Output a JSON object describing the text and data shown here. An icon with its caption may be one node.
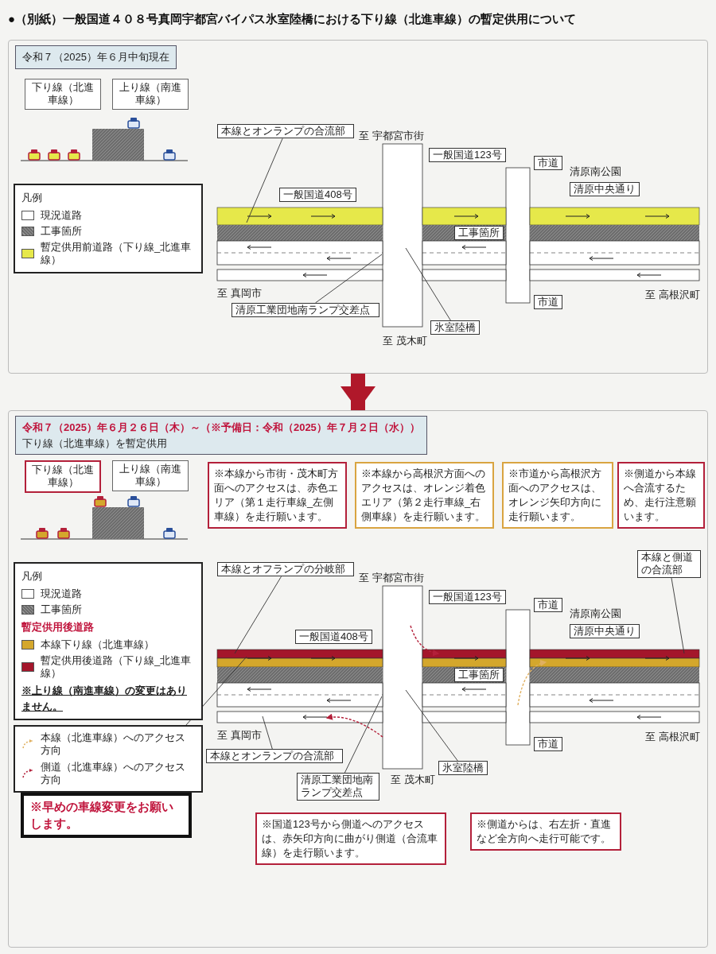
{
  "diagram": {
    "title": "●（別紙）一般国道４０８号真岡宇都宮バイパス氷室陸橋における下り線（北進車線）の暫定供用について",
    "nodes": [
      {
        "text": [
          "令和７（2025）年６月中旬現在"
        ]
      },
      {
        "text": [
          "下り線（北進車線）"
        ],
        "in": 0
      },
      {
        "text": [
          "上り線（南進車線）"
        ],
        "in": 0
      },
      {
        "text": [
          "本線とオンランプの合流部"
        ],
        "in": 0
      },
      {
        "text": [
          "一般国道408号"
        ],
        "in": 0
      },
      {
        "text": [
          "清原工業団地南ランプ交差点"
        ],
        "in": 0
      },
      {
        "text": [
          "一般国道123号"
        ],
        "in": 0
      },
      {
        "text": [
          "氷室陸橋"
        ],
        "in": 0
      },
      {
        "text": [
          "工事箇所"
        ],
        "in": 0
      },
      {
        "text": [
          "市道"
        ],
        "in": 0
      },
      {
        "text": [
          "清原中央通り"
        ],
        "in": 0
      },
      {
        "text": [
          "市道"
        ],
        "in": 0
      },
      {
        "text": [
          "令和７（2025）年６月２６日（木）～（※予備日：令和（2025）年７月２日（水））",
          "下り線（北進車線）を暫定供用"
        ]
      },
      {
        "text": [
          "下り線（北進車線）"
        ],
        "in": 12
      },
      {
        "text": [
          "上り線（南進車線）"
        ],
        "in": 12
      },
      {
        "text": [
          "※早めの車線変更をお願いします。"
        ],
        "in": 12
      },
      {
        "text": [
          "本線とオフランプの分岐部"
        ],
        "in": 12
      },
      {
        "text": [
          "※本線から市街・茂木町方面へのアクセスは、赤色エリア（第１走行車線_左側車線）を走行願います。"
        ],
        "in": 12
      },
      {
        "text": [
          "※本線から高根沢方面へのアクセスは、オレンジ着色エリア（第２走行車線_右側車線）を走行願います。"
        ],
        "in": 12
      },
      {
        "text": [
          "本線とオンランプの合流部"
        ],
        "in": 12
      },
      {
        "text": [
          "清原工業団地南ランプ交差点"
        ],
        "in": 12
      },
      {
        "text": [
          "一般国道408号"
        ],
        "in": 12
      },
      {
        "text": [
          "一般国道123号"
        ],
        "in": 12
      },
      {
        "text": [
          "※国道123号から側道へのアクセスは、赤矢印方向に曲がり側道（合流車線）を走行願います。"
        ],
        "in": 12
      },
      {
        "text": [
          "氷室陸橋"
        ],
        "in": 12
      },
      {
        "text": [
          "工事箇所"
        ],
        "in": 12
      },
      {
        "text": [
          "※側道からは、右左折・直進など全方向へ走行可能です。"
        ],
        "in": 12
      },
      {
        "text": [
          "市道"
        ],
        "in": 12
      },
      {
        "text": [
          "※市道から高根沢方面へのアクセスは、オレンジ矢印方向に走行願います。"
        ],
        "in": 12
      },
      {
        "text": [
          "清原中央通り"
        ],
        "in": 12
      },
      {
        "text": [
          "市道"
        ],
        "in": 12
      },
      {
        "text": [
          "※側道から本線へ合流するため、走行注意願います。"
        ],
        "in": 12
      },
      {
        "text": [
          "本線と側道の合流部"
        ],
        "in": 12
      }
    ],
    "edges": [
      {
        "from": 0,
        "to": 12,
        "arrow": "to",
        "style": "thick",
        "color": "#b0182a"
      },
      {
        "from": 3,
        "to": null,
        "arrow": "none"
      },
      {
        "from": 5,
        "to": null,
        "arrow": "none"
      },
      {
        "from": 7,
        "to": null,
        "arrow": "none"
      },
      {
        "from": 15,
        "to": null,
        "arrow": "none"
      },
      {
        "from": 16,
        "to": null,
        "arrow": "none"
      },
      {
        "from": 19,
        "to": null,
        "arrow": "none"
      },
      {
        "from": 20,
        "to": null,
        "arrow": "none"
      },
      {
        "from": 24,
        "to": null,
        "arrow": "none"
      },
      {
        "from": 32,
        "to": null,
        "arrow": "none"
      }
    ],
    "labels": [
      "凡例",
      "至 真岡市",
      "至 宇都宮市街",
      "至 茂木町",
      "清原南公園",
      "至 高根沢町",
      "凡例",
      "暫定供用後道路",
      "※上り線（南進車線）の変更はありません。",
      "至 真岡市",
      "至 宇都宮市街",
      "至 茂木町",
      "清原南公園",
      "至 高根沢町"
    ],
    "legend": [
      {
        "text": "現況道路",
        "color": "#ffffff"
      },
      {
        "text": "工事箇所",
        "color": "#6e6e6e"
      },
      {
        "text": "暫定供用前道路（下り線_北進車線）",
        "color": "#e6e84a"
      },
      {
        "text": "現況道路",
        "color": "#ffffff"
      },
      {
        "text": "工事箇所",
        "color": "#6e6e6e"
      },
      {
        "text": "本線下り線（北進車線）",
        "color": "#d4a72c"
      },
      {
        "text": "暫定供用後道路（下り線_北進車線）",
        "color": "#a4162b"
      },
      {
        "text": "本線（北進車線）へのアクセス方向"
      },
      {
        "text": "側道（北進車線）へのアクセス方向"
      }
    ]
  }
}
